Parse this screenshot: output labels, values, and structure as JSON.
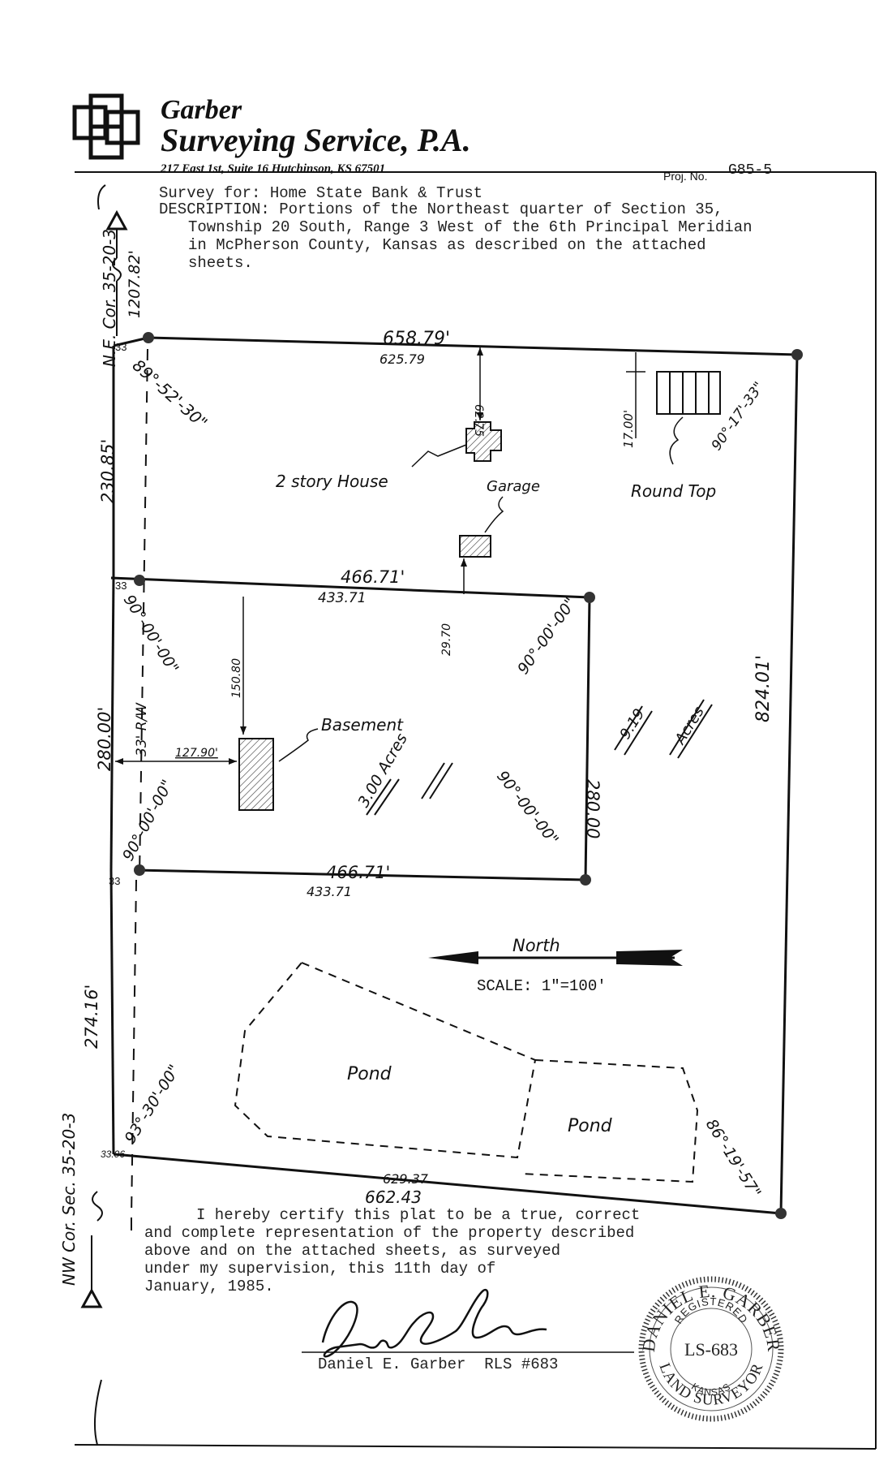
{
  "company": {
    "name_line1": "Garber",
    "name_line2": "Surveying Service, P.A.",
    "address": "217 East 1st, Suite 16 Hutchinson, KS 67501",
    "proj_label": "Proj. No.",
    "proj_number": "G85-5"
  },
  "description": {
    "line1": "Survey for: Home State Bank & Trust",
    "line2": "DESCRIPTION:  Portions of the Northeast quarter of Section 35,",
    "line3": "Township 20 South, Range 3 West of the 6th Principal Meridian",
    "line4": "in McPherson County, Kansas as described on the attached",
    "line5": "sheets."
  },
  "plat": {
    "ne_corner": "N.E. Cor. 35-20-3",
    "nw_corner": "NW Cor. Sec. 35-20-3",
    "dist_top_left": "1207.82'",
    "outer_top": "658.79'",
    "inner_top": "625.79",
    "dist_house": "62.75",
    "dist_roundtop": "17.00'",
    "angle_top_left": "89°-52'-30\"",
    "angle_top_right": "90°-17'-33\"",
    "side_upper_left": "230.85'",
    "label_house": "2 story House",
    "label_garage": "Garage",
    "label_roundtop": "Round Top",
    "mid_top": "466.71'",
    "mid_top_inner": "433.71",
    "setback_33a": "33",
    "setback_33b": "33",
    "setback_33c": "33",
    "setback_33d": "33.06",
    "angle_inner_tl": "90°-00'-00\"",
    "angle_inner_tr": "90°-00'-00\"",
    "angle_inner_bl": "90°-00'-00\"",
    "angle_inner_br": "90°-00'-00\"",
    "dist_garage": "29.70",
    "dist_basement_v": "150.80",
    "row_label": "33' R/W",
    "label_basement": "Basement",
    "dist_basement_h": "127.90'",
    "acres_small": "3.00 Acres",
    "acres_large_num": "9.19",
    "acres_large_word": "Acres",
    "side_left_280": "280.00'",
    "side_right_280": "280.00",
    "side_right_824": "824.01'",
    "mid_bottom": "466.71'",
    "mid_bottom_inner": "433.71",
    "north_label": "North",
    "scale": "SCALE: 1\"=100'",
    "label_pond1": "Pond",
    "label_pond2": "Pond",
    "side_lower_left": "274.16'",
    "angle_bottom_left": "93°-30'-00\"",
    "angle_bottom_right": "86°-19'-57\"",
    "bottom_inner": "629.37",
    "bottom_outer": "662.43"
  },
  "certification": {
    "line1": "I hereby certify this plat to be a true, correct",
    "line2": "and complete representation of the property described",
    "line3": "above and on the attached sheets, as surveyed",
    "line4": "under my supervision, this 11th day of",
    "line5": "January, 1985.",
    "signer": "Daniel E. Garber  RLS #683"
  },
  "seal": {
    "name": "DANIEL E. GARBER",
    "registered": "REGISTERED",
    "number": "LS-683",
    "state": "KANSAS",
    "title": "LAND SURVEYOR"
  }
}
